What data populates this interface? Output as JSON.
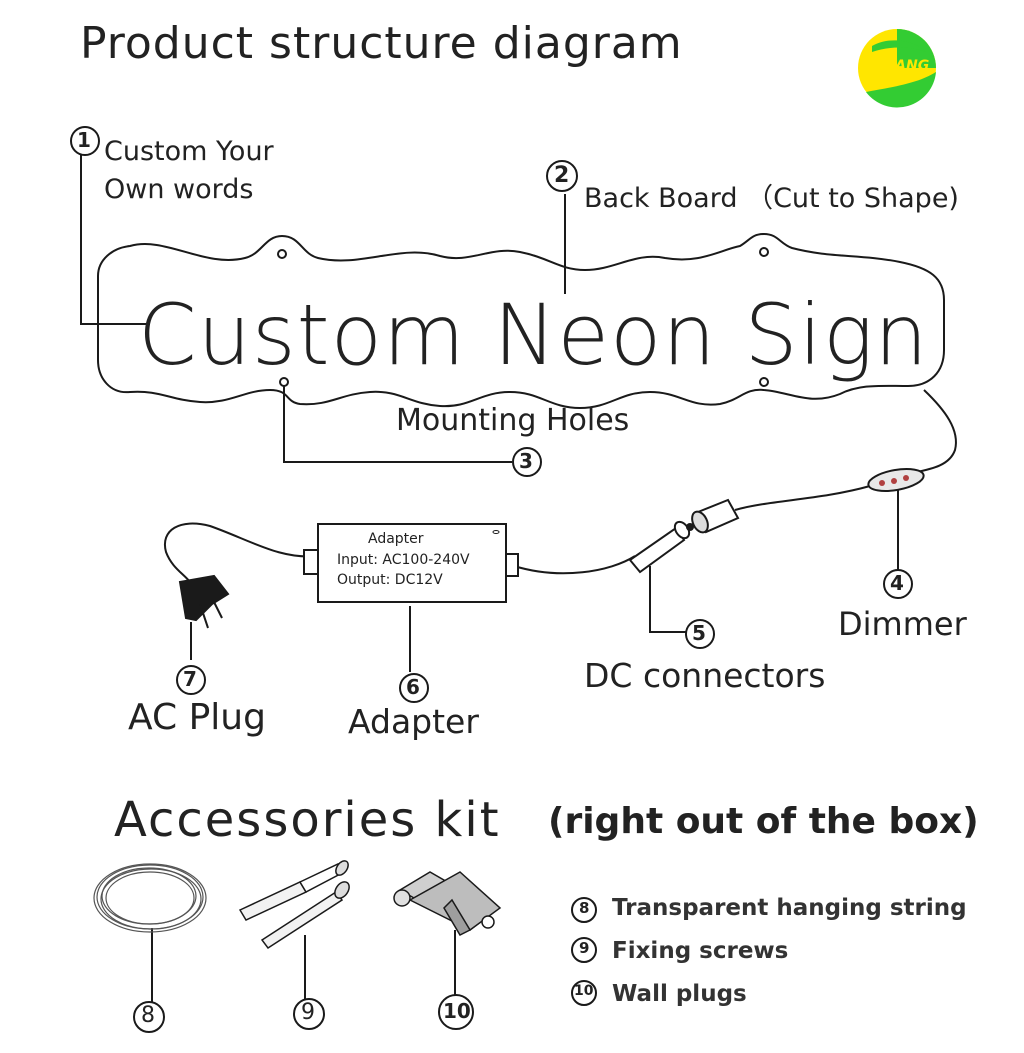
{
  "title": "Product structure diagram",
  "logo": {
    "text": "YISHANG",
    "colors": {
      "yellow": "#ffe600",
      "green": "#33cc33",
      "text": "#ffe600"
    }
  },
  "callouts": {
    "n1": "1",
    "n2": "2",
    "n3": "3",
    "n4": "4",
    "n5": "5",
    "n6": "6",
    "n7": "7",
    "n8": "8",
    "n9": "9",
    "n10": "10"
  },
  "labels": {
    "custom_line1": "Custom Your",
    "custom_line2": "Own words",
    "back_board": "Back Board （Cut to Shape)",
    "sign_text": "Custom Neon Sign",
    "mounting_holes": "Mounting Holes",
    "dimmer": "Dimmer",
    "dc_connectors": "DC connectors",
    "adapter": "Adapter",
    "ac_plug": "AC Plug"
  },
  "adapter_box": {
    "title": "Adapter",
    "input": "Input: AC100-240V",
    "output": "Output: DC12V"
  },
  "accessories": {
    "title": "Accessories kit",
    "subtitle": "(right out of the box)",
    "items": [
      {
        "num": "8",
        "label": "Transparent hanging string"
      },
      {
        "num": "9",
        "label": "Fixing screws"
      },
      {
        "num": "10",
        "label": "Wall plugs"
      }
    ]
  }
}
